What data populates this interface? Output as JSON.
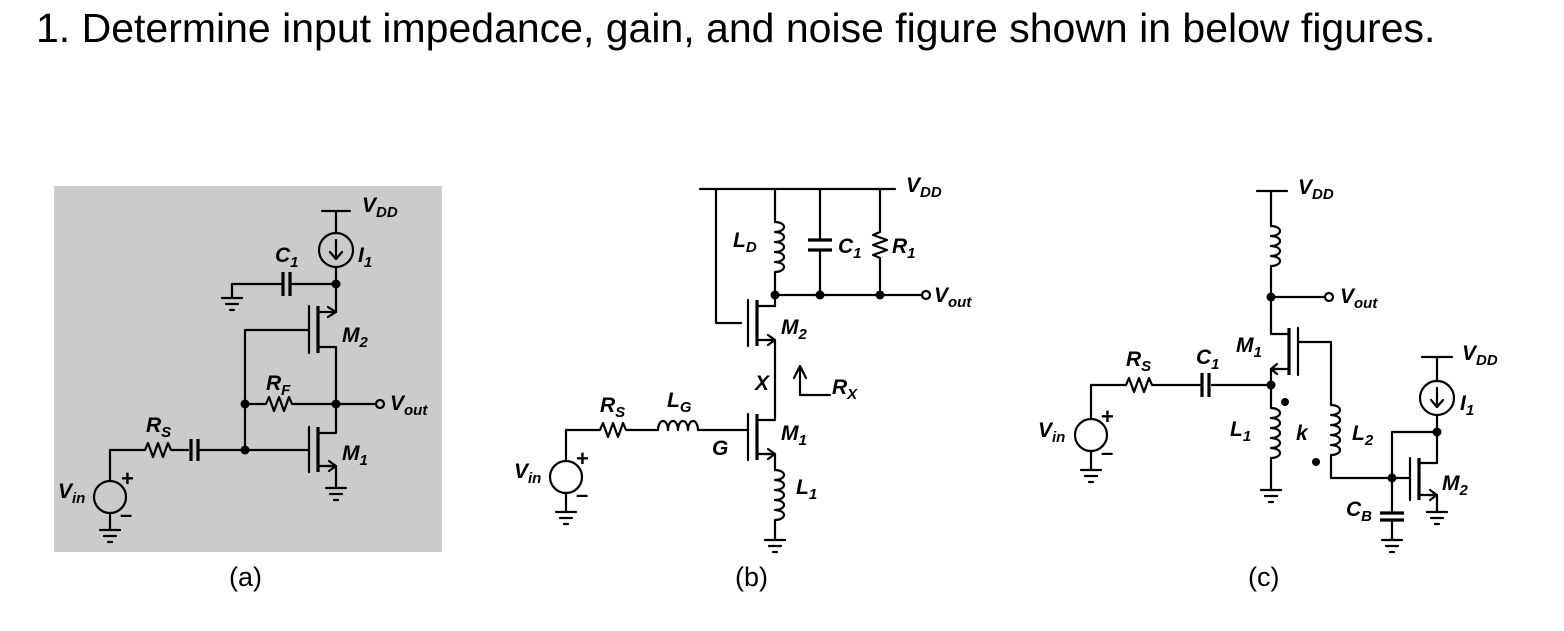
{
  "question": {
    "text": "1. Determine input impedance, gain, and noise figure shown in below figures."
  },
  "figures": [
    {
      "caption": "(a)",
      "background": "#cbcbcb",
      "labels": {
        "vdd": "V",
        "vdd_sub": "DD",
        "i1": "I",
        "i1_sub": "1",
        "c1": "C",
        "c1_sub": "1",
        "m2": "M",
        "m2_sub": "2",
        "rf": "R",
        "rf_sub": "F",
        "vout": "V",
        "vout_sub": "out",
        "rs": "R",
        "rs_sub": "S",
        "m1": "M",
        "m1_sub": "1",
        "vin": "V",
        "vin_sub": "in"
      }
    },
    {
      "caption": "(b)",
      "labels": {
        "vdd": "V",
        "vdd_sub": "DD",
        "ld": "L",
        "ld_sub": "D",
        "c1": "C",
        "c1_sub": "1",
        "r1": "R",
        "r1_sub": "1",
        "vout": "V",
        "vout_sub": "out",
        "m2": "M",
        "m2_sub": "2",
        "x": "X",
        "rx": "R",
        "rx_sub": "X",
        "rs": "R",
        "rs_sub": "S",
        "lg": "L",
        "lg_sub": "G",
        "g": "G",
        "m1": "M",
        "m1_sub": "1",
        "vin": "V",
        "vin_sub": "in",
        "l1": "L",
        "l1_sub": "1"
      }
    },
    {
      "caption": "(c)",
      "labels": {
        "vdd": "V",
        "vdd_sub": "DD",
        "vout": "V",
        "vout_sub": "out",
        "m1": "M",
        "m1_sub": "1",
        "rs": "R",
        "rs_sub": "S",
        "c1": "C",
        "c1_sub": "1",
        "vdd2": "V",
        "vdd2_sub": "DD",
        "i1": "I",
        "i1_sub": "1",
        "vin": "V",
        "vin_sub": "in",
        "l1": "L",
        "l1_sub": "1",
        "k": "k",
        "l2": "L",
        "l2_sub": "2",
        "m2": "M",
        "m2_sub": "2",
        "cb": "C",
        "cb_sub": "B"
      }
    }
  ]
}
